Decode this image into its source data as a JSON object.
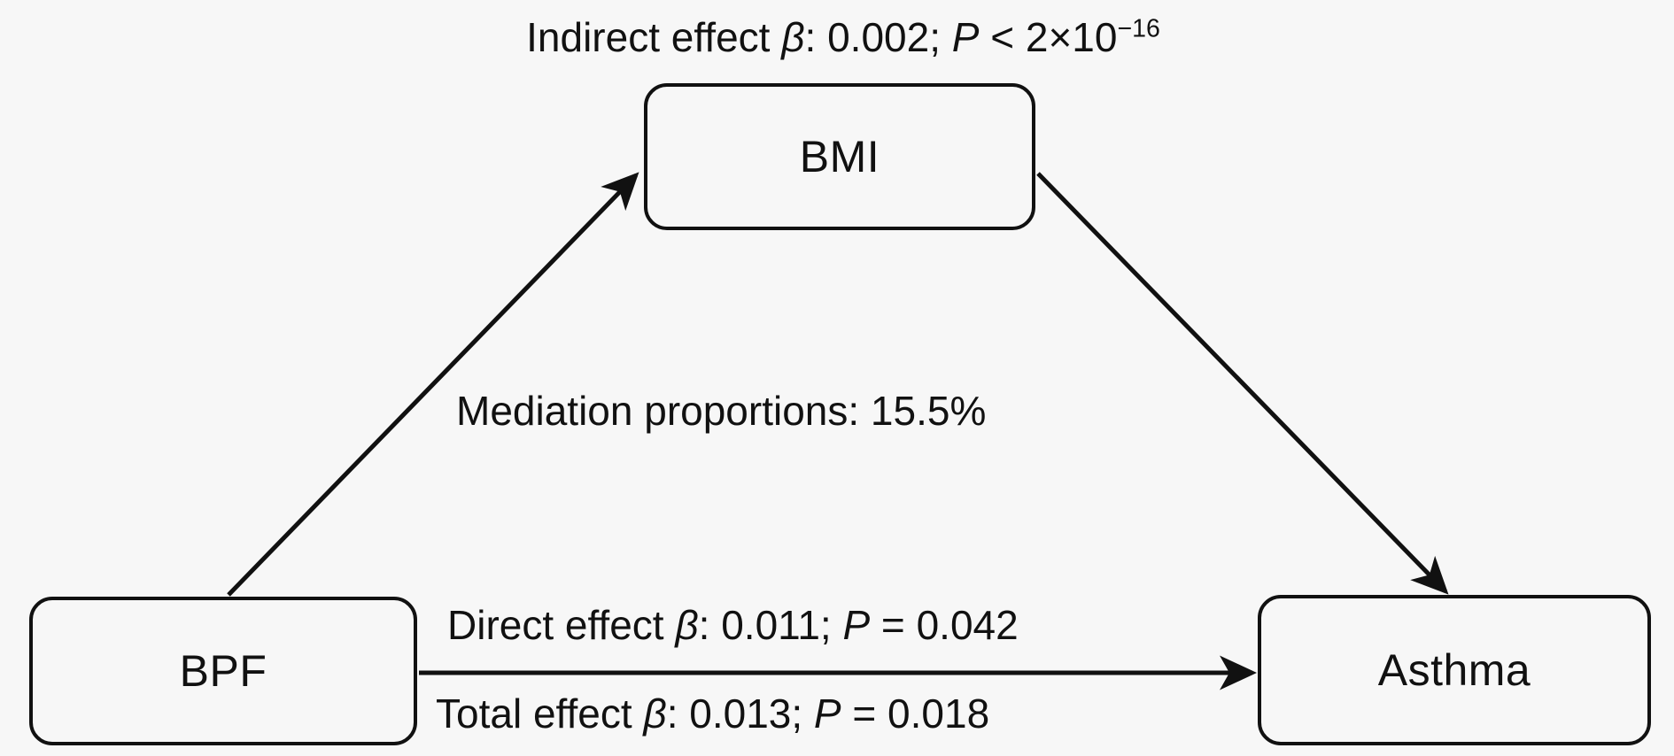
{
  "figure": {
    "type": "mediation-path-diagram",
    "background_color": "#f7f7f7",
    "line_color": "#111111"
  },
  "nodes": {
    "exposure": {
      "id": "bpf",
      "label": "BPF"
    },
    "mediator": {
      "id": "bmi",
      "label": "BMI"
    },
    "outcome": {
      "id": "asthma",
      "label": "Asthma"
    }
  },
  "edges": {
    "indirect": {
      "label_prefix": "Indirect effect ",
      "beta_symbol": "β",
      "beta_text": ": 0.002; ",
      "p_symbol": "P",
      "p_text": " < 2×10",
      "p_exponent": "−16",
      "beta_value": "0.002",
      "p_value": "< 2×10⁻¹⁶",
      "full_text": "Indirect effect β: 0.002; P < 2×10⁻¹⁶"
    },
    "mediation_proportion": {
      "label": "Mediation proportions: 15.5%",
      "value": "15.5%"
    },
    "direct": {
      "label_prefix": "Direct effect ",
      "beta_symbol": "β",
      "beta_text": ": 0.011; ",
      "p_symbol": "P",
      "p_text": " = 0.042",
      "beta_value": "0.011",
      "p_value": "0.042",
      "full_text": "Direct effect β: 0.011; P = 0.042"
    },
    "total": {
      "label_prefix": "Total effect ",
      "beta_symbol": "β",
      "beta_text": ": 0.013; ",
      "p_symbol": "P",
      "p_text": " = 0.018",
      "beta_value": "0.013",
      "p_value": "0.018",
      "full_text": "Total effect β: 0.013; P = 0.018"
    }
  },
  "chart_data": {
    "type": "diagram",
    "title": "",
    "nodes": [
      "BPF",
      "BMI",
      "Asthma"
    ],
    "paths": [
      {
        "from": "BPF",
        "to": "BMI",
        "role": "a-path"
      },
      {
        "from": "BMI",
        "to": "Asthma",
        "role": "b-path"
      },
      {
        "from": "BPF",
        "to": "Asthma",
        "role": "c-prime-path"
      }
    ],
    "annotations": [
      {
        "name": "indirect effect",
        "beta": 0.002,
        "p": "< 2×10⁻¹⁶"
      },
      {
        "name": "mediation proportion",
        "value": "15.5%"
      },
      {
        "name": "direct effect",
        "beta": 0.011,
        "p": "= 0.042"
      },
      {
        "name": "total effect",
        "beta": 0.013,
        "p": "= 0.018"
      }
    ]
  }
}
